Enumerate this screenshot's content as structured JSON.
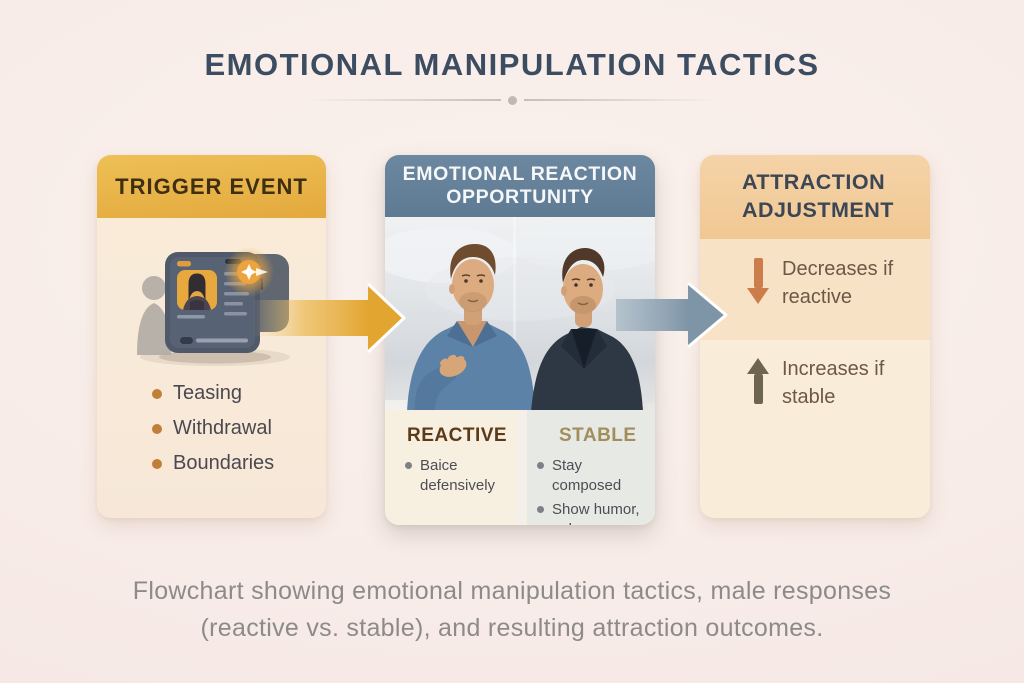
{
  "title": "EMOTIONAL MANIPULATION TACTICS",
  "flow": {
    "step1": {
      "header": "TRIGGER EVENT",
      "bullets": [
        "Teasing",
        "Withdrawal",
        "Boundaries"
      ]
    },
    "step2": {
      "header": "EMOTIONAL REACTION OPPORTUNITY",
      "columns": [
        {
          "label": "REACTIVE",
          "bullets": [
            "Baice defensively"
          ]
        },
        {
          "label": "STABLE",
          "bullets": [
            "Stay composed",
            "Show humor, ealmness"
          ]
        }
      ]
    },
    "step3": {
      "header": "ATTRACTION ADJUSTMENT",
      "outcomes": [
        {
          "direction": "down",
          "label": "Decreases if reactive"
        },
        {
          "direction": "up",
          "label": "Increases if stable"
        }
      ]
    }
  },
  "caption_lines": [
    "Flowchart showing emotional manipulation tactics, male responses",
    "(reactive vs. stable), and resulting attraction outcomes."
  ],
  "icons": {
    "flow_arrow_1": "gold-right-arrow",
    "flow_arrow_2": "blue-right-arrow",
    "decrease": "down-arrow",
    "increase": "up-arrow",
    "trigger_illustration": "phone-profile-notification",
    "silhouette": "person-silhouette",
    "divider": "line-with-dot"
  },
  "colors": {
    "background": "#f8edea",
    "title_text": "#3c4c61",
    "trigger_header_bg": "#e8b347",
    "trigger_header_text": "#3f2f12",
    "trigger_body_bg": "#f8ebd8",
    "trigger_bullet_dot": "#c07f39",
    "reaction_header_bg": "#66819a",
    "reaction_header_text": "#f5f7f8",
    "reactive_label": "#5d3a17",
    "stable_label": "#a18e5c",
    "reactive_col_bg": "#f7f0e1",
    "stable_col_bg": "#e7e9e4",
    "attraction_header_bg": "#f3cf9f",
    "attraction_header_text": "#3d4655",
    "attraction_body_bg": "#f7e2c6",
    "gold_arrow": "#e2a52f",
    "blue_arrow": "#7e95a7",
    "decrease_arrow": "#cb7d4b",
    "increase_arrow": "#6e6551",
    "outcome_text": "#6d5847",
    "caption_text": "#8c8b89"
  }
}
